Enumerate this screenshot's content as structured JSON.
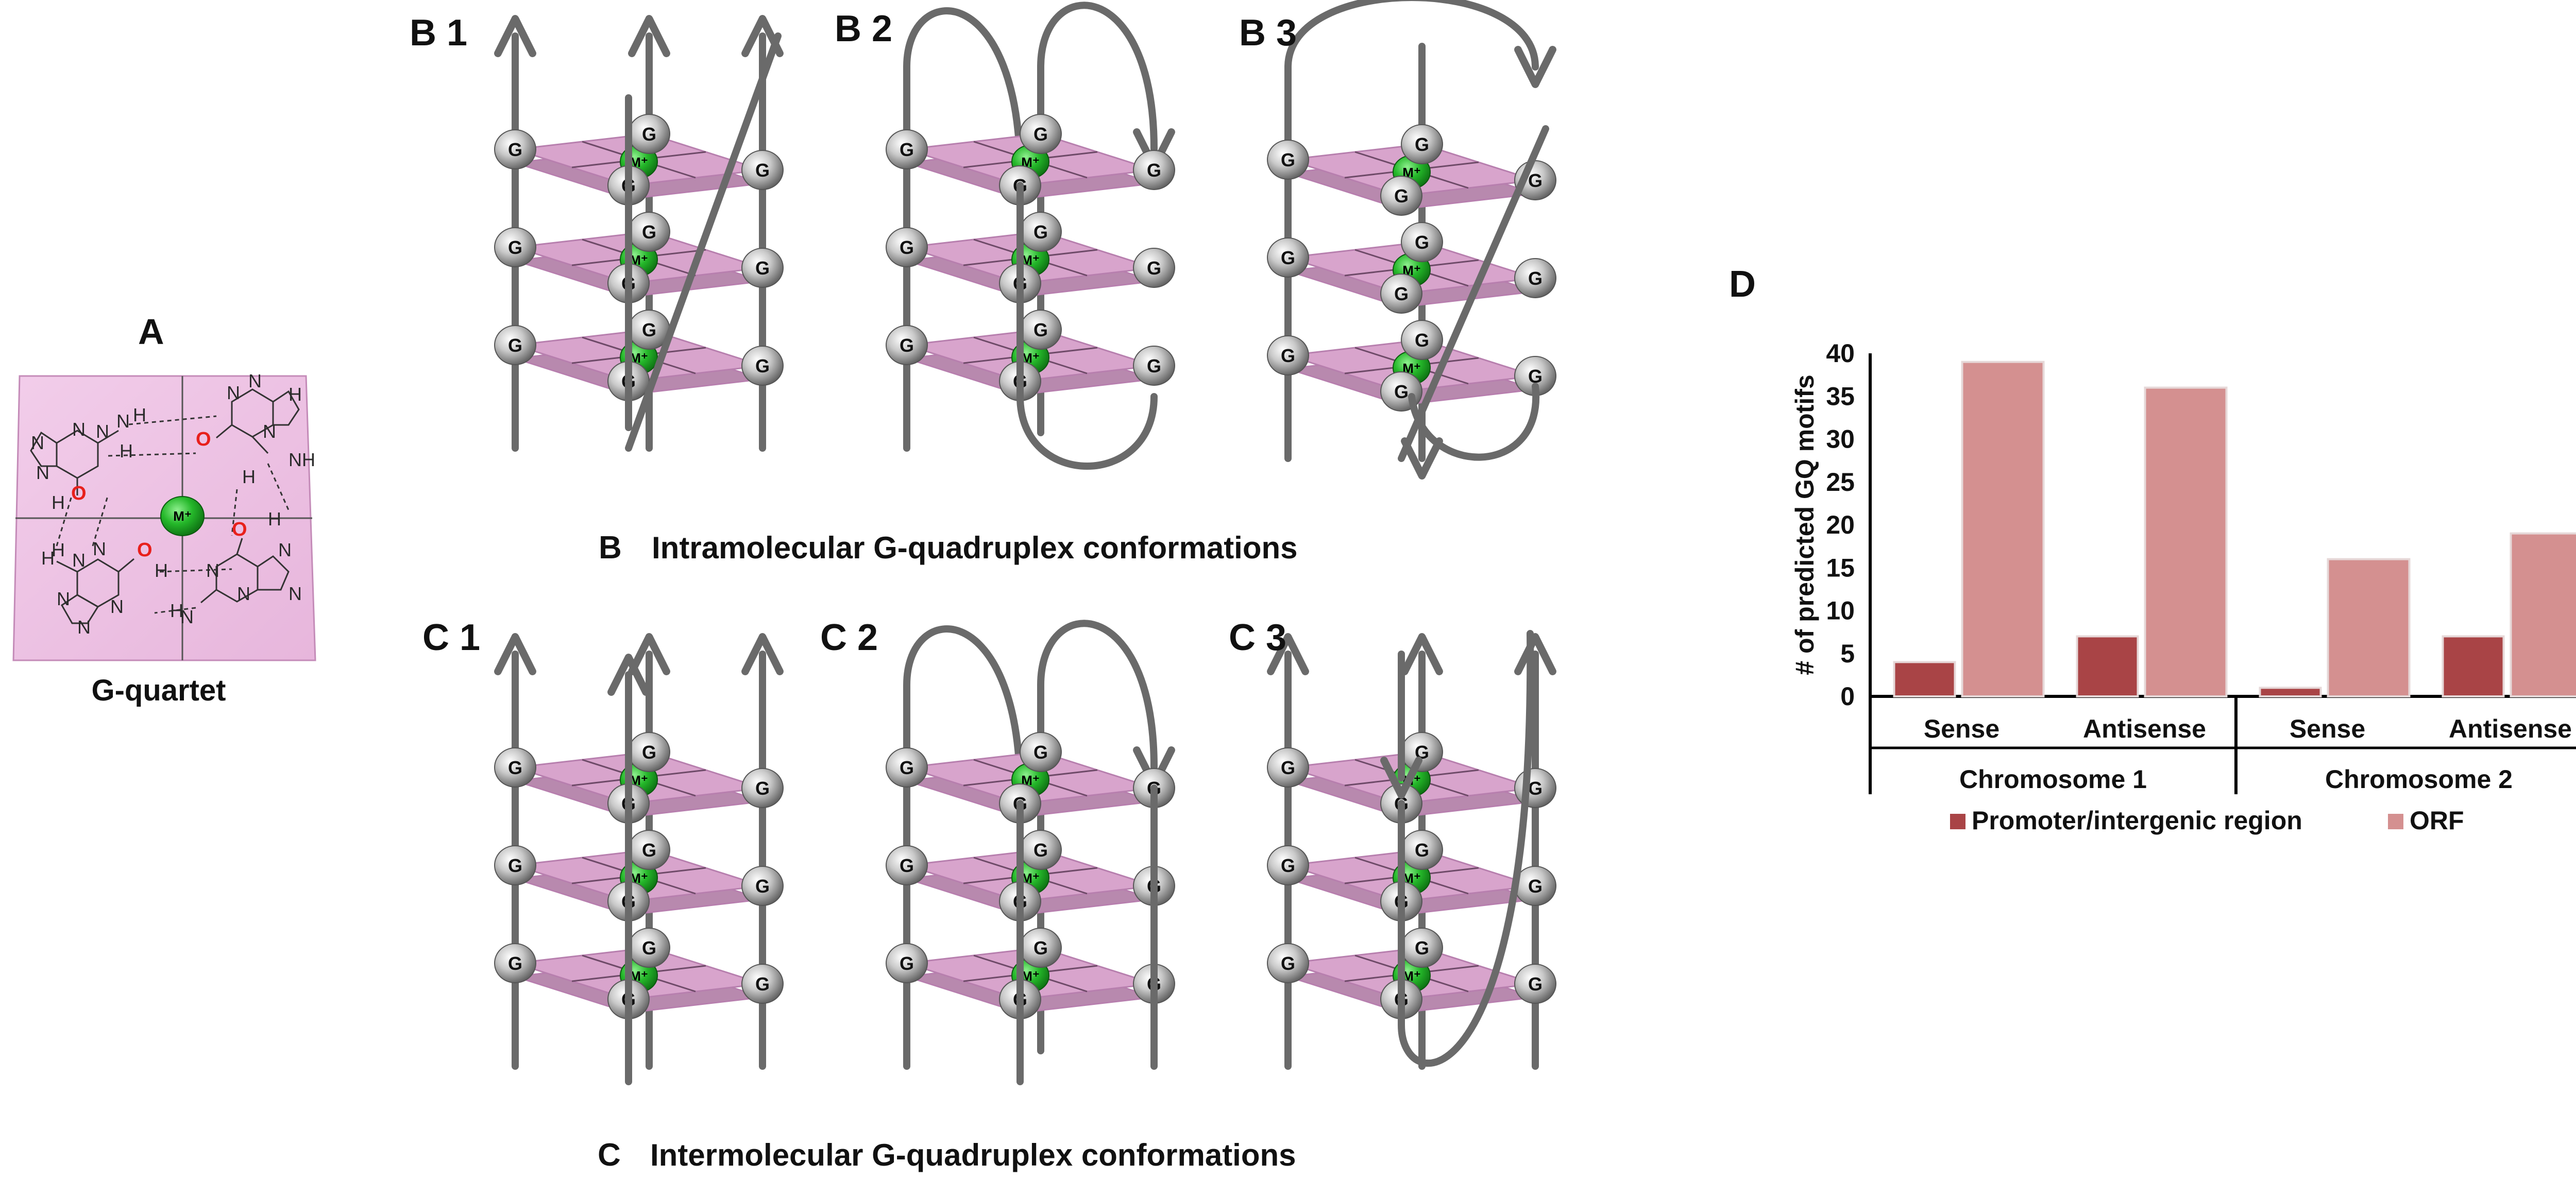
{
  "panels": {
    "A": {
      "label": "A",
      "caption": "G-quartet"
    },
    "B": {
      "label": "B",
      "caption": "Intramolecular G-quadruplex conformations",
      "subpanels": [
        "B 1",
        "B 2",
        "B 3"
      ]
    },
    "C": {
      "label": "C",
      "caption": "Intermolecular G-quadruplex conformations",
      "subpanels": [
        "C 1",
        "C 2",
        "C 3"
      ]
    },
    "D": {
      "label": "D"
    }
  },
  "symbols": {
    "guanine": "G",
    "metal_ion": "M⁺"
  },
  "chem": {
    "N": "N",
    "H": "H",
    "O": "O",
    "NH": "NH"
  },
  "colors": {
    "tetrad": "#d8a4cc",
    "tetrad_edge": "#b77fae",
    "strand": "#6a6a6a",
    "ion": "#25b82a",
    "promoter_bar": "#a94446",
    "orf_bar": "#d49090"
  },
  "chart_data": {
    "type": "bar",
    "ylabel": "# of predicted GQ motifs",
    "ylim": [
      0,
      40
    ],
    "yticks": [
      0,
      5,
      10,
      15,
      20,
      25,
      30,
      35,
      40
    ],
    "categories": [
      "Sense",
      "Antisense",
      "Sense",
      "Antisense"
    ],
    "groups": [
      {
        "name": "Chromosome 1",
        "categories": [
          "Sense",
          "Antisense"
        ]
      },
      {
        "name": "Chromosome 2",
        "categories": [
          "Sense",
          "Antisense"
        ]
      }
    ],
    "series": [
      {
        "name": "Promoter/intergenic region",
        "values": [
          4,
          7,
          1,
          7
        ]
      },
      {
        "name": "ORF",
        "values": [
          39,
          36,
          16,
          19
        ]
      }
    ],
    "legend_position": "bottom",
    "grid": false
  }
}
